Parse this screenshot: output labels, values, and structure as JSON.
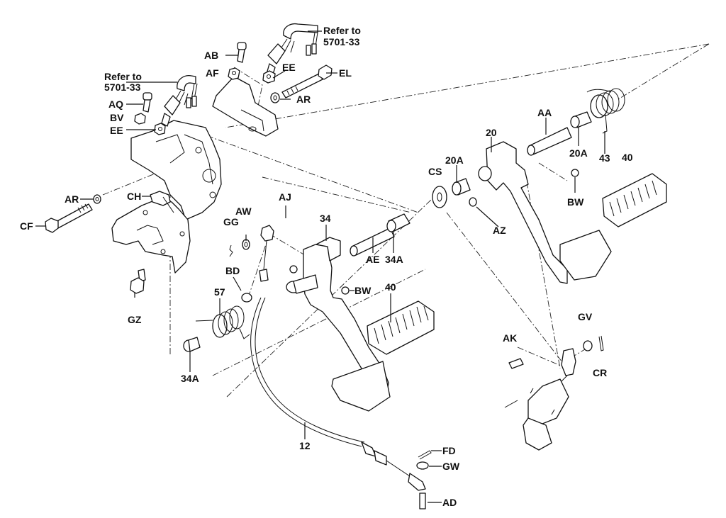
{
  "diagram": {
    "type": "exploded-parts-diagram",
    "subject": "Brake and clutch pedal assembly",
    "callouts": {
      "refer_top": [
        "Refer to",
        "5701-33"
      ],
      "refer_left": [
        "Refer to",
        "5701-33"
      ],
      "AB": "AB",
      "AF": "AF",
      "EE_top": "EE",
      "EL": "EL",
      "AR_top": "AR",
      "AQ": "AQ",
      "BV": "BV",
      "EE_left": "EE",
      "AR_left": "AR",
      "CF": "CF",
      "CH": "CH",
      "GZ": "GZ",
      "AJ": "AJ",
      "AW": "AW",
      "GG": "GG",
      "34": "34",
      "BD": "BD",
      "57": "57",
      "34A_left": "34A",
      "AE": "AE",
      "34A_mid": "34A",
      "BW_mid": "BW",
      "40_mid": "40",
      "12": "12",
      "FD": "FD",
      "GW": "GW",
      "AD": "AD",
      "CS": "CS",
      "20A_mid": "20A",
      "20": "20",
      "AA": "AA",
      "20A_right": "20A",
      "43": "43",
      "40_right": "40",
      "BW_right": "BW",
      "AZ": "AZ",
      "AK": "AK",
      "GV": "GV",
      "CR": "CR"
    }
  }
}
